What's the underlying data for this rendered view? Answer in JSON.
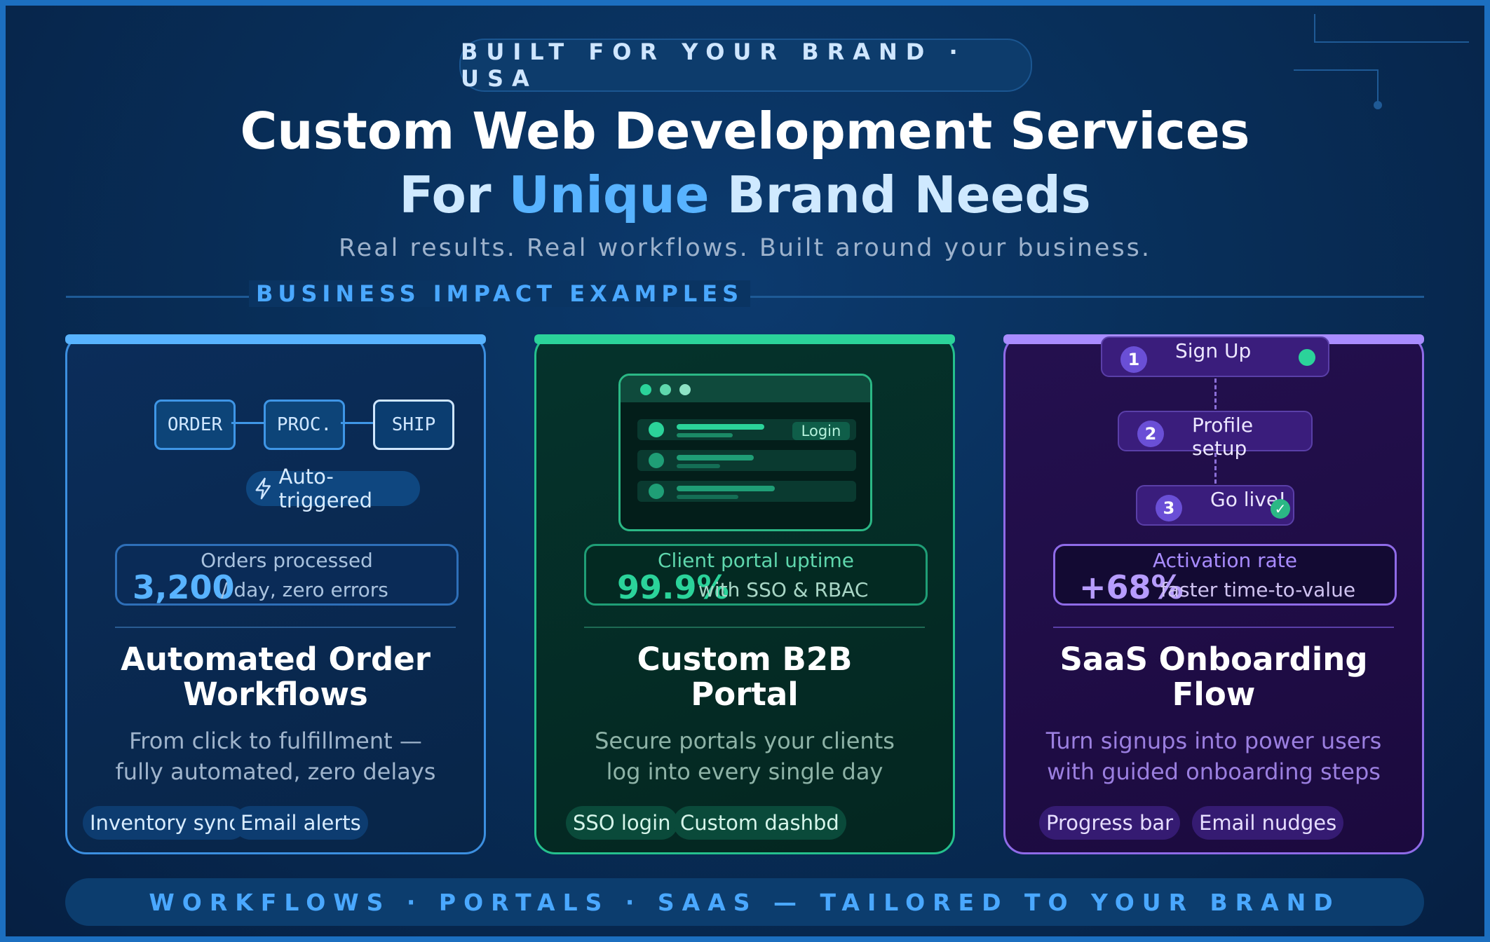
{
  "header": {
    "eyebrow": "BUILT FOR YOUR BRAND · USA",
    "title_line1": "Custom Web Development Services",
    "title_line2_prefix": "For ",
    "title_line2_highlight": "Unique",
    "title_line2_suffix": " Brand Needs",
    "subtitle": "Real results. Real workflows. Built around your business."
  },
  "section_label": "BUSINESS IMPACT EXAMPLES",
  "cards": [
    {
      "flow": [
        "ORDER",
        "PROC.",
        "SHIP"
      ],
      "badge": "Auto-triggered",
      "stat_label": "Orders processed",
      "stat_value": "3,200",
      "stat_sub": "/ day, zero errors",
      "title_line1": "Automated Order",
      "title_line2": "Workflows",
      "desc_line1": "From click to fulfillment —",
      "desc_line2": "fully automated, zero delays",
      "tags": [
        "Inventory sync",
        "Email alerts"
      ]
    },
    {
      "portal_button": "Login",
      "stat_label": "Client portal uptime",
      "stat_value": "99.9%",
      "stat_sub": "with SSO & RBAC",
      "title_line1": "Custom B2B",
      "title_line2": "Portal",
      "desc_line1": "Secure portals your clients",
      "desc_line2": "log into every single day",
      "tags": [
        "SSO login",
        "Custom dashbd"
      ]
    },
    {
      "steps": [
        {
          "num": "1",
          "label": "Sign Up"
        },
        {
          "num": "2",
          "label": "Profile setup"
        },
        {
          "num": "3",
          "label": "Go live!"
        }
      ],
      "stat_label": "Activation rate",
      "stat_value": "+68%",
      "stat_sub": "faster time-to-value",
      "title_line1": "SaaS Onboarding",
      "title_line2": "Flow",
      "desc_line1": "Turn signups into power users",
      "desc_line2": "with guided onboarding steps",
      "tags": [
        "Progress bar",
        "Email nudges"
      ]
    }
  ],
  "footer": "WORKFLOWS · PORTALS · SAAS — TAILORED TO YOUR BRAND",
  "colors": {
    "blue_accent": "#58b3ff",
    "green_accent": "#2bd39a",
    "purple_accent": "#a98cff"
  }
}
